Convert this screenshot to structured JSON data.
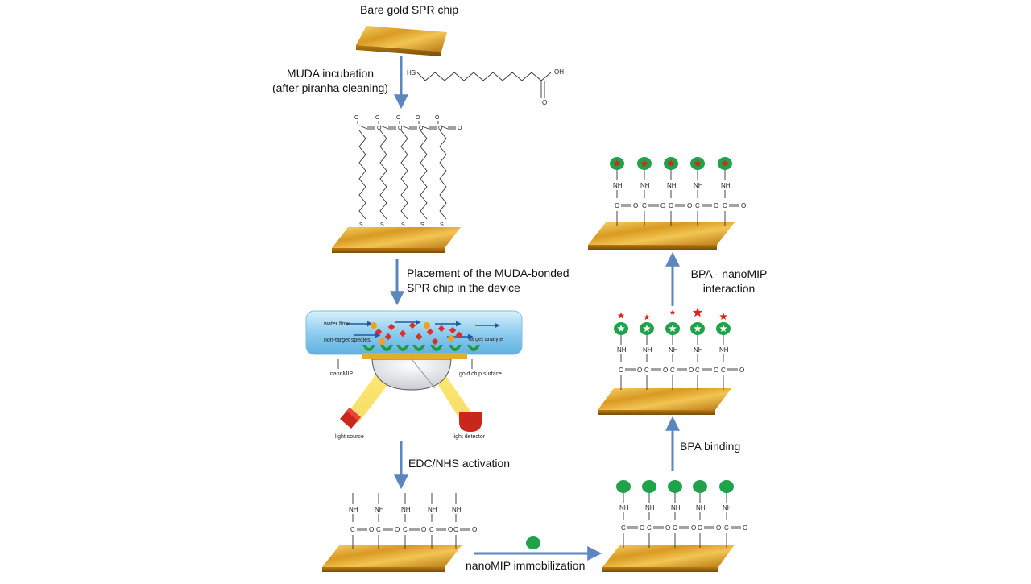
{
  "labels": {
    "bare_chip": "Bare gold SPR chip",
    "muda_line1": "MUDA incubation",
    "muda_line2": "(after piranha cleaning)",
    "placement_line1": "Placement of the MUDA-bonded",
    "placement_line2": "SPR chip in the device",
    "edc_nhs": "EDC/NHS activation",
    "nanomip_immobilization": "nanoMIP immobilization",
    "bpa_binding": "BPA binding",
    "bpa_interaction_line1": "BPA - nanoMIP",
    "bpa_interaction_line2": "interaction"
  },
  "molecule": {
    "sh": "HS",
    "oh": "OH",
    "o": "O"
  },
  "chem": {
    "nh": "NH",
    "c": "C",
    "o": "O",
    "s": "S"
  },
  "device": {
    "water_flow": "water flow",
    "non_target": "non-target species",
    "target_analyte": "target analyte",
    "nanomip": "nanoMIP",
    "gold_surface": "gold chip surface",
    "light_source": "light source",
    "light_detector": "light detector"
  },
  "colors": {
    "gold": "#d9a52a",
    "arrow": "#5b86c0",
    "nanomip_green": "#1fa24a",
    "bpa_red": "#d7261e",
    "water": "#9fd3ee"
  }
}
